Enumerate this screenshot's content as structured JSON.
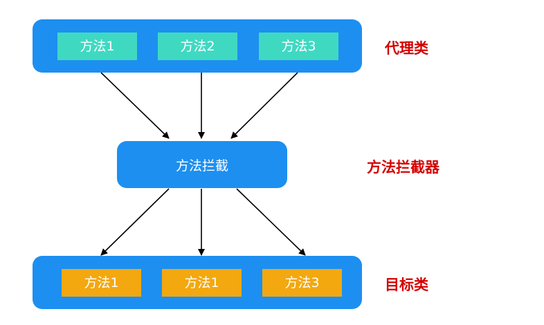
{
  "proxy": {
    "methods": [
      "方法1",
      "方法2",
      "方法3"
    ],
    "label": "代理类"
  },
  "interceptor": {
    "text": "方法拦截",
    "label": "方法拦截器"
  },
  "target": {
    "methods": [
      "方法1",
      "方法1",
      "方法3"
    ],
    "label": "目标类"
  },
  "colors": {
    "block": "#1d8ff0",
    "proxy_chip": "#3fd9c2",
    "target_chip": "#f3a80f",
    "label_red": "#d40000"
  }
}
